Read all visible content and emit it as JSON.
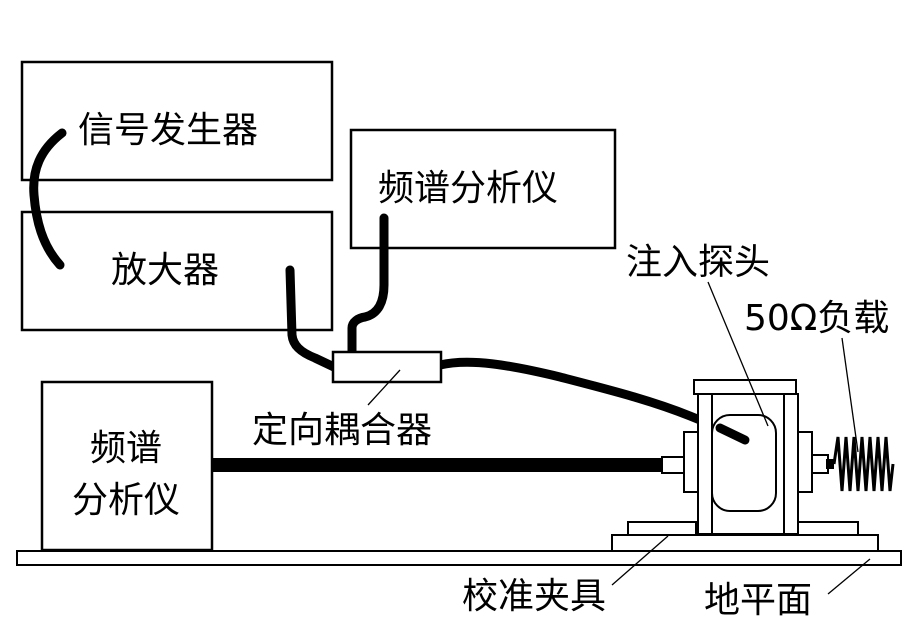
{
  "labels": {
    "signal_generator": "信号发生器",
    "amplifier": "放大器",
    "spectrum_analyzer_top": "频谱分析仪",
    "injection_probe": "注入探头",
    "load_50ohm": "50Ω负载",
    "directional_coupler": "定向耦合器",
    "spectrum_analyzer_left_line1": "频谱",
    "spectrum_analyzer_left_line2": "分析仪",
    "calibration_fixture": "校准夹具",
    "ground_plane": "地平面"
  }
}
